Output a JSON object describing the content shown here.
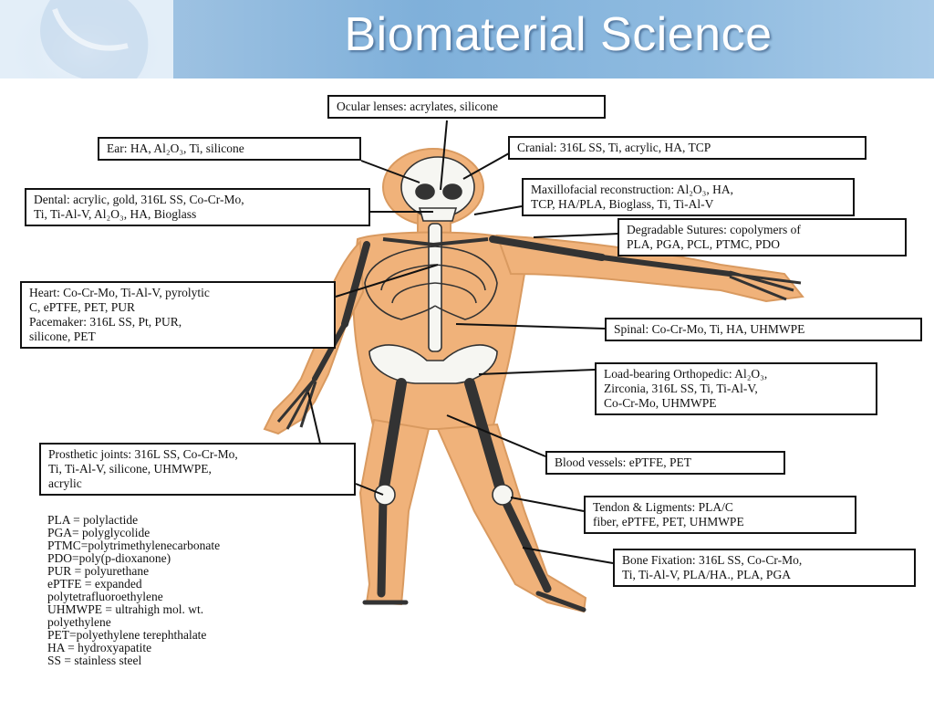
{
  "title": "Biomaterial Science",
  "colors": {
    "header": "#8fbbe0",
    "body": "#f0b27a",
    "bone": "#f6f6f2",
    "line": "#111111"
  },
  "labels": [
    {
      "id": "ocular",
      "lines": [
        "Ocular lenses: acrylates, silicone"
      ]
    },
    {
      "id": "ear",
      "lines": [
        "Ear: HA, Al₂O₃, Ti, silicone"
      ]
    },
    {
      "id": "cranial",
      "lines": [
        "Cranial: 316L SS, Ti, acrylic, HA, TCP"
      ]
    },
    {
      "id": "maxillofacial",
      "lines": [
        "Maxillofacial reconstruction: Al₂O₃, HA,",
        "TCP, HA/PLA, Bioglass, Ti, Ti-Al-V"
      ]
    },
    {
      "id": "dental",
      "lines": [
        "Dental: acrylic, gold, 316L SS, Co-Cr-Mo,",
        "Ti, Ti-Al-V, Al₂O₃, HA, Bioglass"
      ]
    },
    {
      "id": "sutures",
      "lines": [
        "Degradable Sutures: copolymers of",
        "PLA, PGA, PCL, PTMC, PDO"
      ]
    },
    {
      "id": "heart",
      "lines": [
        "Heart: Co-Cr-Mo, Ti-Al-V, pyrolytic",
        "C, ePTFE, PET, PUR",
        "Pacemaker: 316L SS, Pt, PUR,",
        "silicone, PET"
      ]
    },
    {
      "id": "spinal",
      "lines": [
        "Spinal: Co-Cr-Mo, Ti, HA, UHMWPE"
      ]
    },
    {
      "id": "loadbearing",
      "lines": [
        "Load-bearing Orthopedic: Al₂O₃,",
        "Zirconia, 316L SS, Ti, Ti-Al-V,",
        "Co-Cr-Mo, UHMWPE"
      ]
    },
    {
      "id": "prosthetic",
      "lines": [
        "Prosthetic joints: 316L SS, Co-Cr-Mo,",
        "Ti, Ti-Al-V, silicone, UHMWPE,",
        "acrylic"
      ]
    },
    {
      "id": "blood",
      "lines": [
        "Blood vessels: ePTFE, PET"
      ]
    },
    {
      "id": "tendon",
      "lines": [
        "Tendon & Ligments: PLA/C",
        "fiber, ePTFE, PET, UHMWPE"
      ]
    },
    {
      "id": "bonefix",
      "lines": [
        "Bone Fixation: 316L SS, Co-Cr-Mo,",
        "Ti, Ti-Al-V, PLA/HA., PLA, PGA"
      ]
    }
  ],
  "legend": [
    "PLA = polylactide",
    "PGA= polyglycolide",
    "PTMC=polytrimethylenecarbonate",
    "PDO=poly(p-dioxanone)",
    "PUR = polyurethane",
    "ePTFE = expanded",
    "polytetrafluoroethylene",
    "UHMWPE = ultrahigh mol. wt.",
    "polyethylene",
    "PET=polyethylene terephthalate",
    "HA = hydroxyapatite",
    "SS = stainless steel"
  ]
}
